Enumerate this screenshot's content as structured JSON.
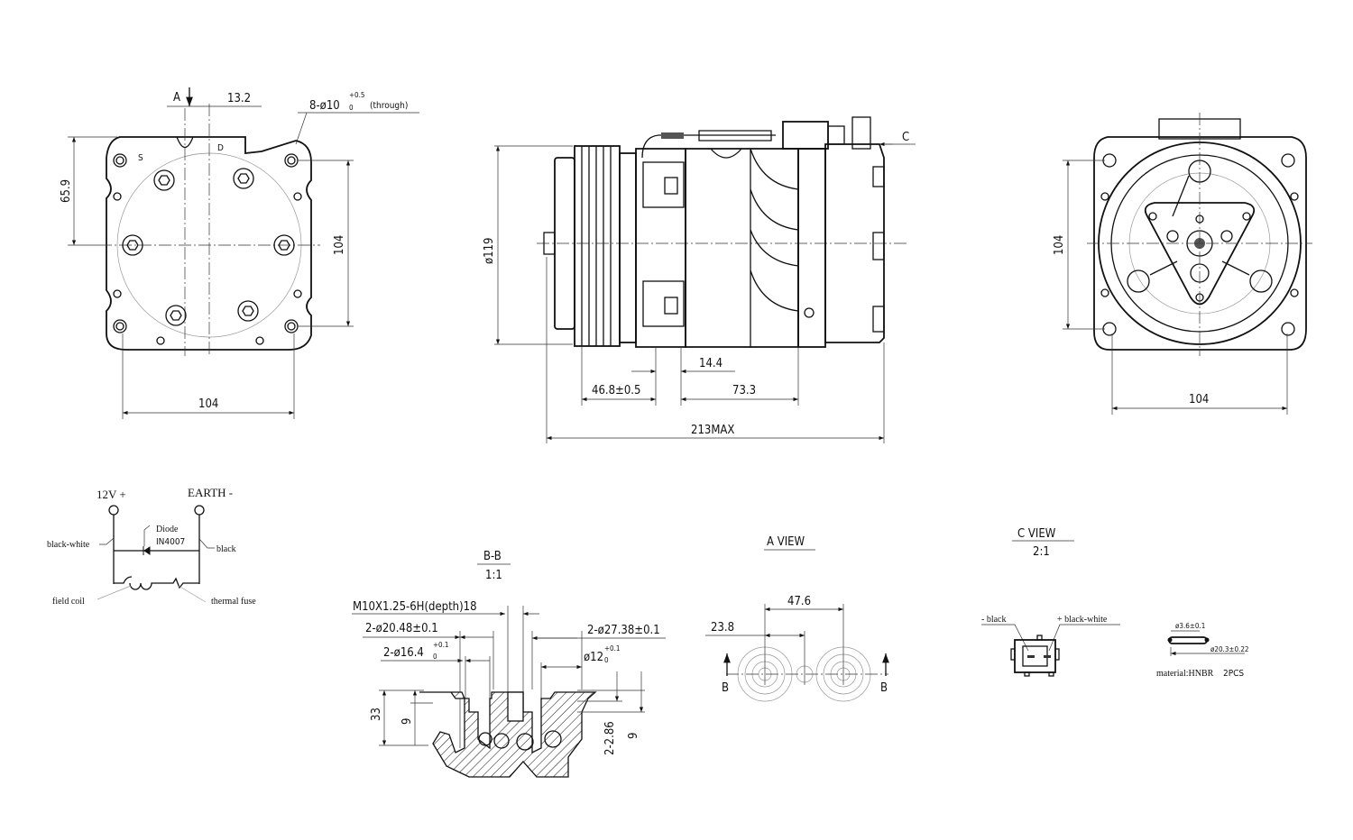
{
  "front_view": {
    "label_a": "A",
    "dim_offset": "13.2",
    "holes_note": "8-ø10",
    "holes_tol_upper": "+0.5",
    "holes_tol_lower": "0",
    "holes_suffix": "(through)",
    "label_s": "S",
    "label_d": "D",
    "dim_top_to_center": "65.9",
    "dim_height": "104",
    "dim_width": "104"
  },
  "side_view": {
    "dim_diameter": "ø119",
    "label_c": "C",
    "dim_gap": "14.4",
    "dim_pulley": "46.8±0.5",
    "dim_body": "73.3",
    "dim_total": "213MAX"
  },
  "rear_view": {
    "dim_height": "104",
    "dim_width": "104"
  },
  "wiring": {
    "positive": "12V +",
    "earth": "EARTH -",
    "diode": "Diode",
    "diode_part": "IN4007",
    "wire_left": "black-white",
    "wire_right": "black",
    "coil": "field coil",
    "fuse": "thermal fuse"
  },
  "section_bb": {
    "title": "B-B",
    "scale": "1:1",
    "thread": "M10X1.25-6H(depth)18",
    "bore_1": "2-ø20.48±0.1",
    "bore_2": "2-ø16.4",
    "bore_2_upper": "+0.1",
    "bore_2_lower": "0",
    "bore_3": "2-ø27.38±0.1",
    "bore_4": "ø12",
    "bore_4_upper": "+0.1",
    "bore_4_lower": "0",
    "dim_depth": "33",
    "dim_left": "9",
    "dim_chamfer": "2-2.86",
    "dim_right": "9"
  },
  "a_view": {
    "title": "A VIEW",
    "dim_a": "23.8",
    "dim_b": "47.6",
    "section_mark_left": "B",
    "section_mark_right": "B"
  },
  "c_view": {
    "title": "C VIEW",
    "scale": "2:1",
    "pin_minus": "- black",
    "pin_plus": "+ black-white",
    "oring_section": "ø3.6±0.1",
    "oring_diameter": "ø20.3±0.22",
    "material": "material:HNBR",
    "quantity": "2PCS"
  }
}
